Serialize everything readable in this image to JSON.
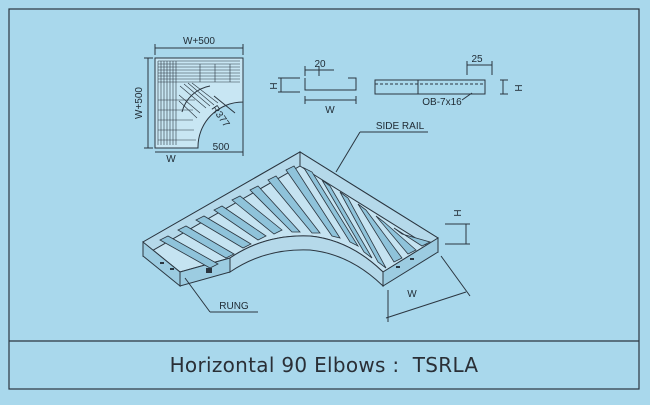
{
  "caption": "Horizontal 90 Elbows :  TSRLA",
  "plan_view": {
    "top_dim": "W+500",
    "side_dim": "W+500",
    "radius": "R377",
    "bottom_w": "W",
    "bottom_len": "500"
  },
  "section_view": {
    "flange": "20",
    "height": "H",
    "width": "W"
  },
  "side_rail_view": {
    "slot": "25",
    "height": "H",
    "hole": "OB-7x16"
  },
  "iso_view": {
    "side_rail": "SIDE RAIL",
    "rung": "RUNG",
    "height": "H",
    "width": "W"
  },
  "colors": {
    "background": "#a9d8ec",
    "line": "#2b3640"
  }
}
